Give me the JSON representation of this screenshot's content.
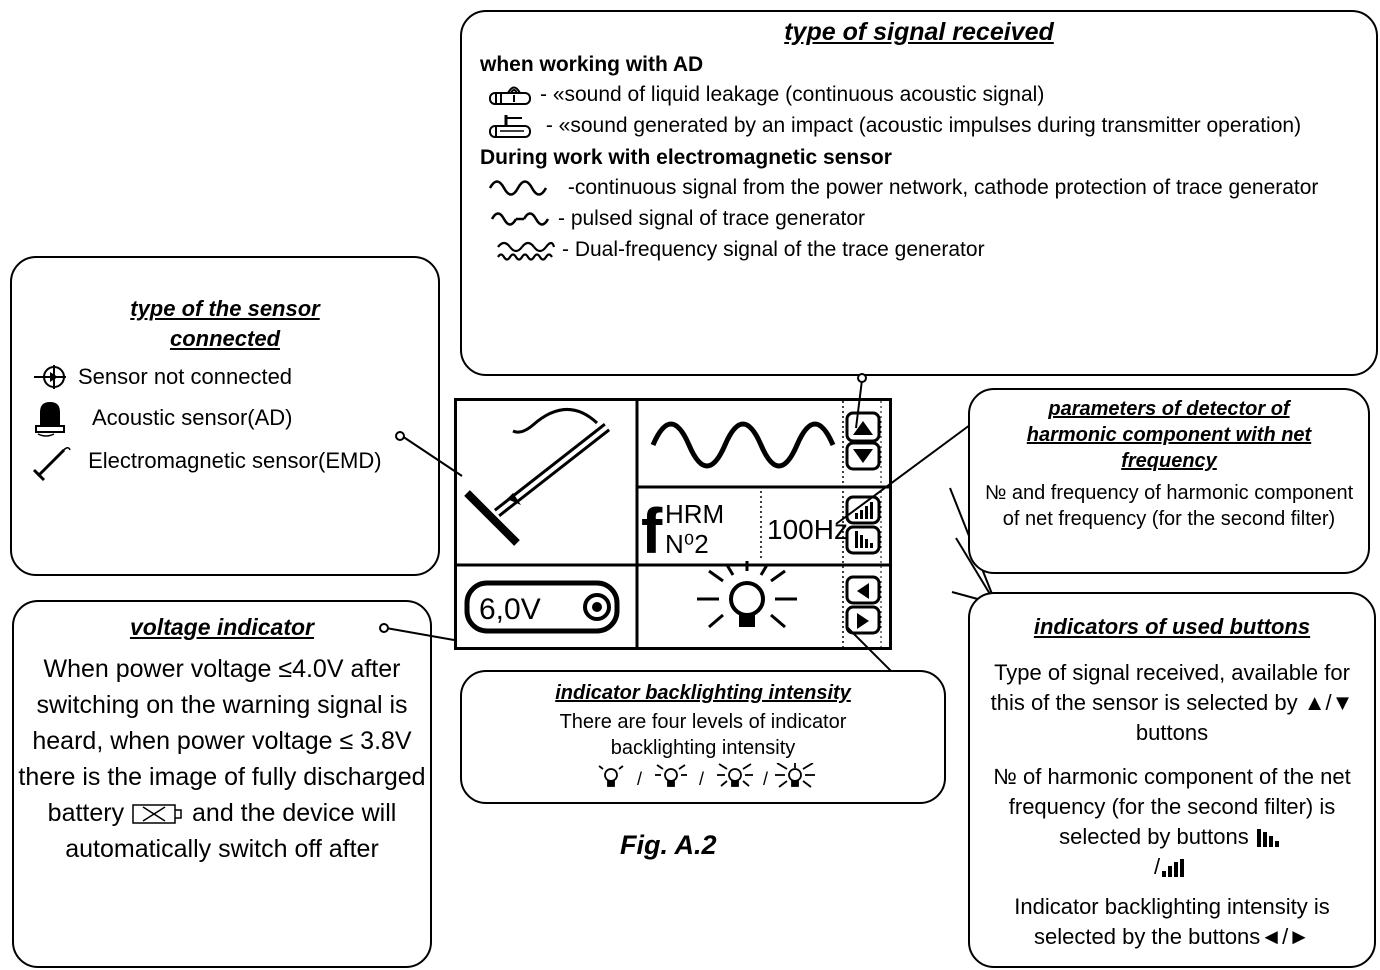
{
  "signal_box": {
    "title": "type of signal received",
    "ad_header": "when working with AD",
    "ad_items": [
      {
        "icon": "liquid-leak-icon",
        "text": "- «sound of liquid leakage (continuous acoustic signal)"
      },
      {
        "icon": "impact-icon",
        "text": "- «sound generated by an impact (acoustic impulses during transmitter operation)"
      }
    ],
    "em_header": "During work with electromagnetic sensor",
    "em_items": [
      {
        "icon": "continuous-wave-icon",
        "text": "-continuous signal from the power network, cathode protection of trace  generator"
      },
      {
        "icon": "pulsed-wave-icon",
        "text": "- pulsed signal of trace generator"
      },
      {
        "icon": "dual-frequency-icon",
        "text": "- Dual-frequency signal of the trace generator"
      }
    ]
  },
  "sensor_box": {
    "title_line1": "type of the sensor",
    "title_line2": "connected",
    "items": [
      {
        "icon": "sensor-not-connected-icon",
        "text": "Sensor not connected"
      },
      {
        "icon": "acoustic-sensor-icon",
        "text": "Acoustic sensor(AD)"
      },
      {
        "icon": "electromagnetic-sensor-icon",
        "text": "Electromagnetic sensor(EMD)"
      }
    ]
  },
  "voltage_box": {
    "title": "voltage indicator",
    "text_before": "When power voltage ≤4.0V after switching on the warning signal is heard,  when power voltage ≤ 3.8V  there is the image of fully  discharged battery",
    "text_after": "and the device will automatically switch off after"
  },
  "backlight_box": {
    "title": "indicator backlighting intensity",
    "text": "There are four levels of indicator backlighting intensity",
    "separator": "/"
  },
  "params_box": {
    "title_line1": "parameters of detector of",
    "title_line2": "harmonic component with net",
    "title_line3": "frequency",
    "text": "№ and frequency of harmonic component of net frequency (for the second filter)"
  },
  "buttons_box": {
    "title": "indicators of  used buttons",
    "p1": "Type of signal received, available for this of the sensor is selected by ▲/▼  buttons",
    "p2": "№ of harmonic component of the net frequency (for the second filter) is selected by buttons",
    "p2_sep": "/",
    "p3": "Indicator backlighting intensity is selected by the buttons◄/►"
  },
  "lcd": {
    "voltage": "6,0V",
    "hrm_label": "HRM",
    "hrm_number": "N⁰2",
    "frequency": "100Hz",
    "f_letter": "f"
  },
  "caption": "Fig. A.2"
}
